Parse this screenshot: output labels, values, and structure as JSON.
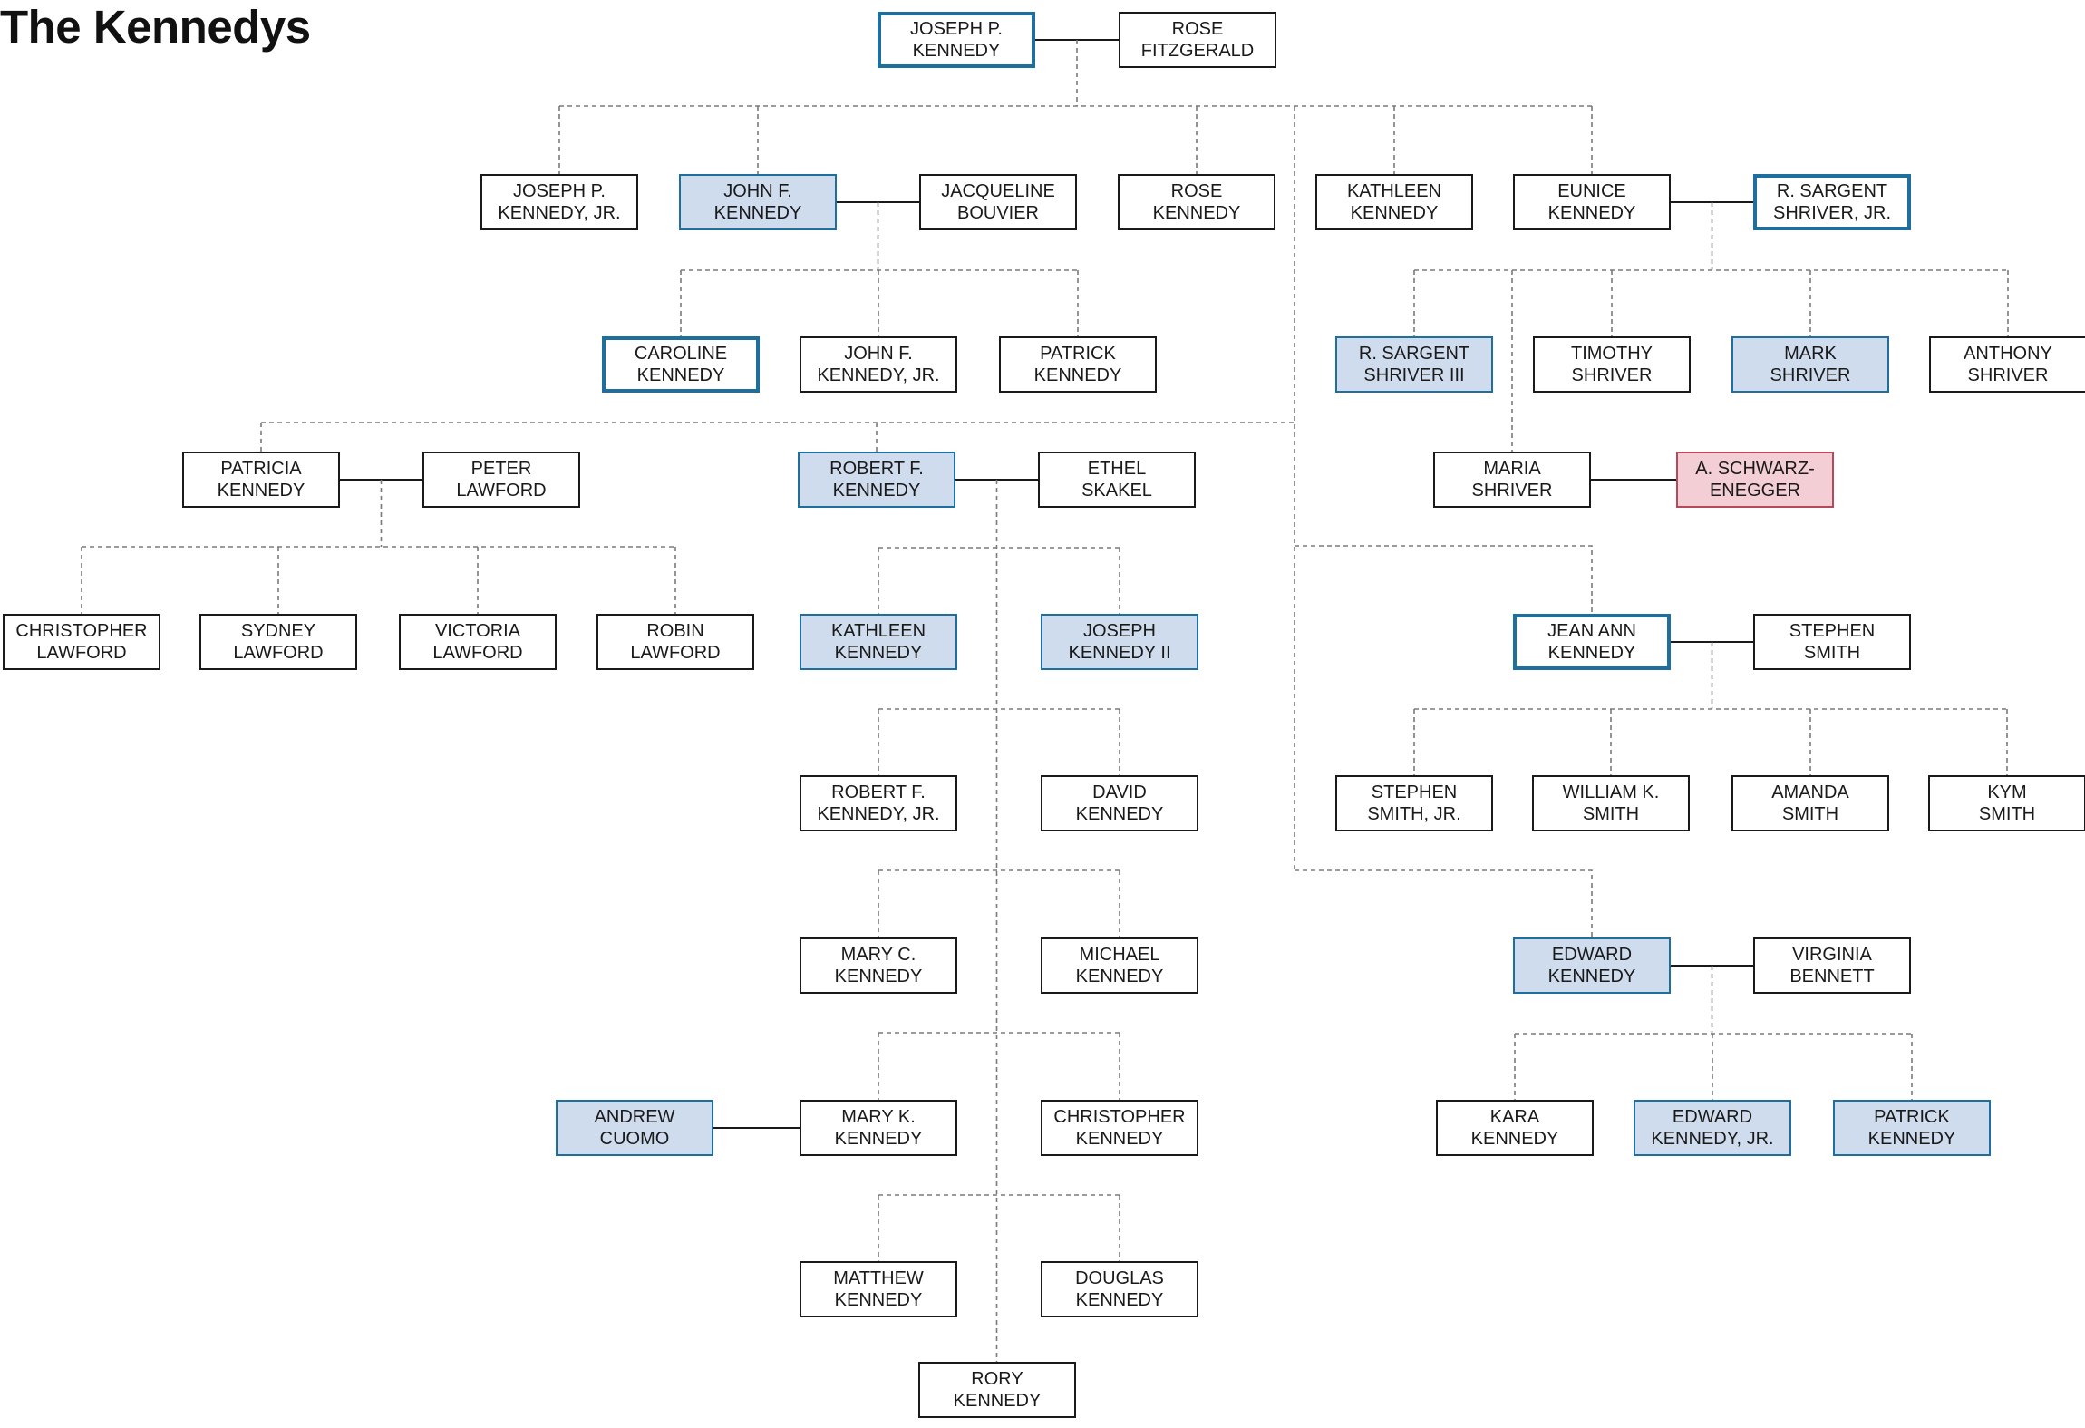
{
  "title": "The Kennedys",
  "colors": {
    "border": "#1a1a1a",
    "blue": "#1f6f9e",
    "blue_fill": "#cfdcee",
    "red_border": "#b8485a",
    "red_fill": "#f3ced4",
    "dash": "#7a7a7a"
  },
  "people": [
    {
      "id": "joseph-p-kennedy",
      "label": "JOSEPH P.\nKENNEDY",
      "style": "thick"
    },
    {
      "id": "rose-fitzgerald",
      "label": "ROSE\nFITZGERALD",
      "style": "plain"
    },
    {
      "id": "joseph-p-kennedy-jr",
      "label": "JOSEPH P.\nKENNEDY, JR.",
      "style": "plain"
    },
    {
      "id": "john-f-kennedy",
      "label": "JOHN F.\nKENNEDY",
      "style": "fill"
    },
    {
      "id": "jacqueline-bouvier",
      "label": "JACQUELINE\nBOUVIER",
      "style": "plain"
    },
    {
      "id": "rose-kennedy",
      "label": "ROSE\nKENNEDY",
      "style": "plain"
    },
    {
      "id": "kathleen-kennedy",
      "label": "KATHLEEN\nKENNEDY",
      "style": "plain"
    },
    {
      "id": "eunice-kennedy",
      "label": "EUNICE\nKENNEDY",
      "style": "plain"
    },
    {
      "id": "r-sargent-shriver-jr",
      "label": "R. SARGENT\nSHRIVER, JR.",
      "style": "thick"
    },
    {
      "id": "caroline-kennedy",
      "label": "CAROLINE\nKENNEDY",
      "style": "thick"
    },
    {
      "id": "john-f-kennedy-jr",
      "label": "JOHN F.\nKENNEDY, JR.",
      "style": "plain"
    },
    {
      "id": "patrick-kennedy-jfk",
      "label": "PATRICK\nKENNEDY",
      "style": "plain"
    },
    {
      "id": "r-sargent-shriver-iii",
      "label": "R. SARGENT\nSHRIVER III",
      "style": "fill"
    },
    {
      "id": "timothy-shriver",
      "label": "TIMOTHY\nSHRIVER",
      "style": "plain"
    },
    {
      "id": "mark-shriver",
      "label": "MARK\nSHRIVER",
      "style": "fill"
    },
    {
      "id": "anthony-shriver",
      "label": "ANTHONY\nSHRIVER",
      "style": "plain"
    },
    {
      "id": "patricia-kennedy",
      "label": "PATRICIA\nKENNEDY",
      "style": "plain"
    },
    {
      "id": "peter-lawford",
      "label": "PETER\nLAWFORD",
      "style": "plain"
    },
    {
      "id": "robert-f-kennedy",
      "label": "ROBERT F.\nKENNEDY",
      "style": "fill"
    },
    {
      "id": "ethel-skakel",
      "label": "ETHEL\nSKAKEL",
      "style": "plain"
    },
    {
      "id": "maria-shriver",
      "label": "MARIA\nSHRIVER",
      "style": "plain"
    },
    {
      "id": "a-schwarzenegger",
      "label": "A. SCHWARZ-\nENEGGER",
      "style": "red"
    },
    {
      "id": "christopher-lawford",
      "label": "CHRISTOPHER\nLAWFORD",
      "style": "plain"
    },
    {
      "id": "sydney-lawford",
      "label": "SYDNEY\nLAWFORD",
      "style": "plain"
    },
    {
      "id": "victoria-lawford",
      "label": "VICTORIA\nLAWFORD",
      "style": "plain"
    },
    {
      "id": "robin-lawford",
      "label": "ROBIN\nLAWFORD",
      "style": "plain"
    },
    {
      "id": "kathleen-kennedy-rfk",
      "label": "KATHLEEN\nKENNEDY",
      "style": "fill"
    },
    {
      "id": "joseph-kennedy-ii",
      "label": "JOSEPH\nKENNEDY II",
      "style": "fill"
    },
    {
      "id": "jean-ann-kennedy",
      "label": "JEAN ANN\nKENNEDY",
      "style": "thick"
    },
    {
      "id": "stephen-smith",
      "label": "STEPHEN\nSMITH",
      "style": "plain"
    },
    {
      "id": "robert-f-kennedy-jr",
      "label": "ROBERT F.\nKENNEDY, JR.",
      "style": "plain"
    },
    {
      "id": "david-kennedy",
      "label": "DAVID\nKENNEDY",
      "style": "plain"
    },
    {
      "id": "stephen-smith-jr",
      "label": "STEPHEN\nSMITH, JR.",
      "style": "plain"
    },
    {
      "id": "william-k-smith",
      "label": "WILLIAM K.\nSMITH",
      "style": "plain"
    },
    {
      "id": "amanda-smith",
      "label": "AMANDA\nSMITH",
      "style": "plain"
    },
    {
      "id": "kym-smith",
      "label": "KYM\nSMITH",
      "style": "plain"
    },
    {
      "id": "mary-c-kennedy",
      "label": "MARY C.\nKENNEDY",
      "style": "plain"
    },
    {
      "id": "michael-kennedy",
      "label": "MICHAEL\nKENNEDY",
      "style": "plain"
    },
    {
      "id": "edward-kennedy",
      "label": "EDWARD\nKENNEDY",
      "style": "fill"
    },
    {
      "id": "virginia-bennett",
      "label": "VIRGINIA\nBENNETT",
      "style": "plain"
    },
    {
      "id": "andrew-cuomo",
      "label": "ANDREW\nCUOMO",
      "style": "fill"
    },
    {
      "id": "mary-k-kennedy",
      "label": "MARY K.\nKENNEDY",
      "style": "plain"
    },
    {
      "id": "christopher-kennedy",
      "label": "CHRISTOPHER\nKENNEDY",
      "style": "plain"
    },
    {
      "id": "kara-kennedy",
      "label": "KARA\nKENNEDY",
      "style": "plain"
    },
    {
      "id": "edward-kennedy-jr",
      "label": "EDWARD\nKENNEDY, JR.",
      "style": "fill"
    },
    {
      "id": "patrick-kennedy-ted",
      "label": "PATRICK\nKENNEDY",
      "style": "fill"
    },
    {
      "id": "matthew-kennedy",
      "label": "MATTHEW\nKENNEDY",
      "style": "plain"
    },
    {
      "id": "douglas-kennedy",
      "label": "DOUGLAS\nKENNEDY",
      "style": "plain"
    },
    {
      "id": "rory-kennedy",
      "label": "RORY\nKENNEDY",
      "style": "plain"
    }
  ],
  "marriages": [
    [
      "joseph-p-kennedy",
      "rose-fitzgerald"
    ],
    [
      "john-f-kennedy",
      "jacqueline-bouvier"
    ],
    [
      "eunice-kennedy",
      "r-sargent-shriver-jr"
    ],
    [
      "patricia-kennedy",
      "peter-lawford"
    ],
    [
      "robert-f-kennedy",
      "ethel-skakel"
    ],
    [
      "maria-shriver",
      "a-schwarzenegger"
    ],
    [
      "jean-ann-kennedy",
      "stephen-smith"
    ],
    [
      "edward-kennedy",
      "virginia-bennett"
    ],
    [
      "andrew-cuomo",
      "mary-k-kennedy"
    ]
  ],
  "families": [
    {
      "parents": [
        "joseph-p-kennedy",
        "rose-fitzgerald"
      ],
      "children": [
        "joseph-p-kennedy-jr",
        "john-f-kennedy",
        "rose-kennedy",
        "kathleen-kennedy",
        "eunice-kennedy",
        "patricia-kennedy",
        "robert-f-kennedy",
        "jean-ann-kennedy",
        "edward-kennedy"
      ]
    },
    {
      "parents": [
        "john-f-kennedy",
        "jacqueline-bouvier"
      ],
      "children": [
        "caroline-kennedy",
        "john-f-kennedy-jr",
        "patrick-kennedy-jfk"
      ]
    },
    {
      "parents": [
        "eunice-kennedy",
        "r-sargent-shriver-jr"
      ],
      "children": [
        "r-sargent-shriver-iii",
        "maria-shriver",
        "timothy-shriver",
        "mark-shriver",
        "anthony-shriver"
      ]
    },
    {
      "parents": [
        "patricia-kennedy",
        "peter-lawford"
      ],
      "children": [
        "christopher-lawford",
        "sydney-lawford",
        "victoria-lawford",
        "robin-lawford"
      ]
    },
    {
      "parents": [
        "robert-f-kennedy",
        "ethel-skakel"
      ],
      "children": [
        "kathleen-kennedy-rfk",
        "joseph-kennedy-ii",
        "robert-f-kennedy-jr",
        "david-kennedy",
        "mary-c-kennedy",
        "michael-kennedy",
        "mary-k-kennedy",
        "christopher-kennedy",
        "matthew-kennedy",
        "douglas-kennedy",
        "rory-kennedy"
      ]
    },
    {
      "parents": [
        "jean-ann-kennedy",
        "stephen-smith"
      ],
      "children": [
        "stephen-smith-jr",
        "william-k-smith",
        "amanda-smith",
        "kym-smith"
      ]
    },
    {
      "parents": [
        "edward-kennedy",
        "virginia-bennett"
      ],
      "children": [
        "kara-kennedy",
        "edward-kennedy-jr",
        "patrick-kennedy-ted"
      ]
    }
  ]
}
